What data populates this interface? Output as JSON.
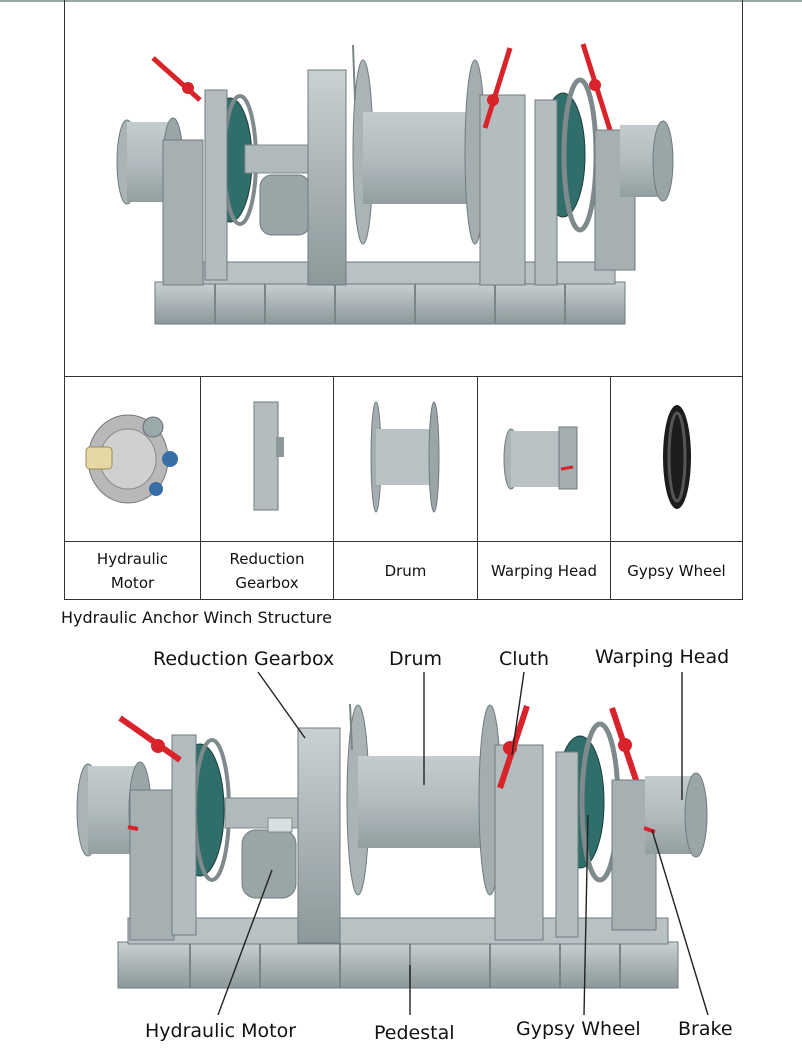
{
  "components": [
    {
      "label": "Hydraulic Motor",
      "icon": "hydraulic-motor-icon"
    },
    {
      "label": "Reduction Gearbox",
      "icon": "reduction-gearbox-icon"
    },
    {
      "label": "Drum",
      "icon": "drum-icon"
    },
    {
      "label": "Warping Head",
      "icon": "warping-head-icon"
    },
    {
      "label": "Gypsy Wheel",
      "icon": "gypsy-wheel-icon"
    }
  ],
  "caption": "Hydraulic Anchor Winch Structure",
  "diagram": {
    "labels": {
      "reduction_gearbox": "Reduction Gearbox",
      "drum": "Drum",
      "clutch": "Cluth",
      "warping_head": "Warping Head",
      "hydraulic_motor": "Hydraulic Motor",
      "pedestal": "Pedestal",
      "gypsy_wheel": "Gypsy Wheel",
      "brake": "Brake"
    }
  },
  "colors": {
    "machine_gray": "#aeb8bb",
    "machine_dark": "#6f7b7f",
    "lever_red": "#d8232a",
    "gypsy_teal": "#2f6e6a",
    "table_border": "#333333"
  }
}
